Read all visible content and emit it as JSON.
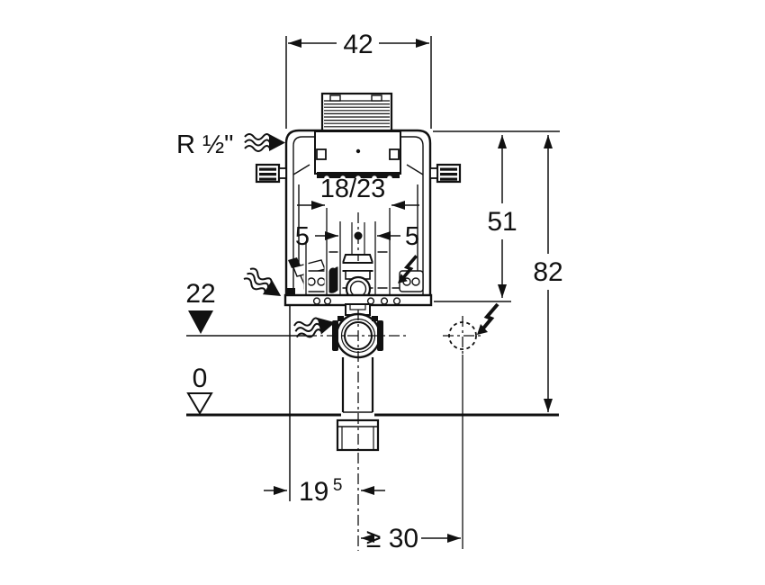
{
  "colors": {
    "ink": "#111111",
    "background": "#ffffff"
  },
  "dims": {
    "top_width": "42",
    "supply_thread": "R ½\"",
    "plate_depth": "18/23",
    "left_offset": "5",
    "right_offset": "5",
    "body_height": "51",
    "total_height": "82",
    "outlet_level": "22",
    "floor_level": "0",
    "outlet_dist_main": "19",
    "outlet_dist_sup": "5",
    "min_clearance": "≥ 30"
  },
  "icons": {
    "flow_arrow": "wavy-flow-arrow",
    "lightning_arrow": "electrical-lightning-arrow",
    "level_marker_filled": "filled-level-triangle",
    "level_marker_open": "open-level-triangle",
    "electrical_point": "dashed-circle-electrical-connection"
  }
}
